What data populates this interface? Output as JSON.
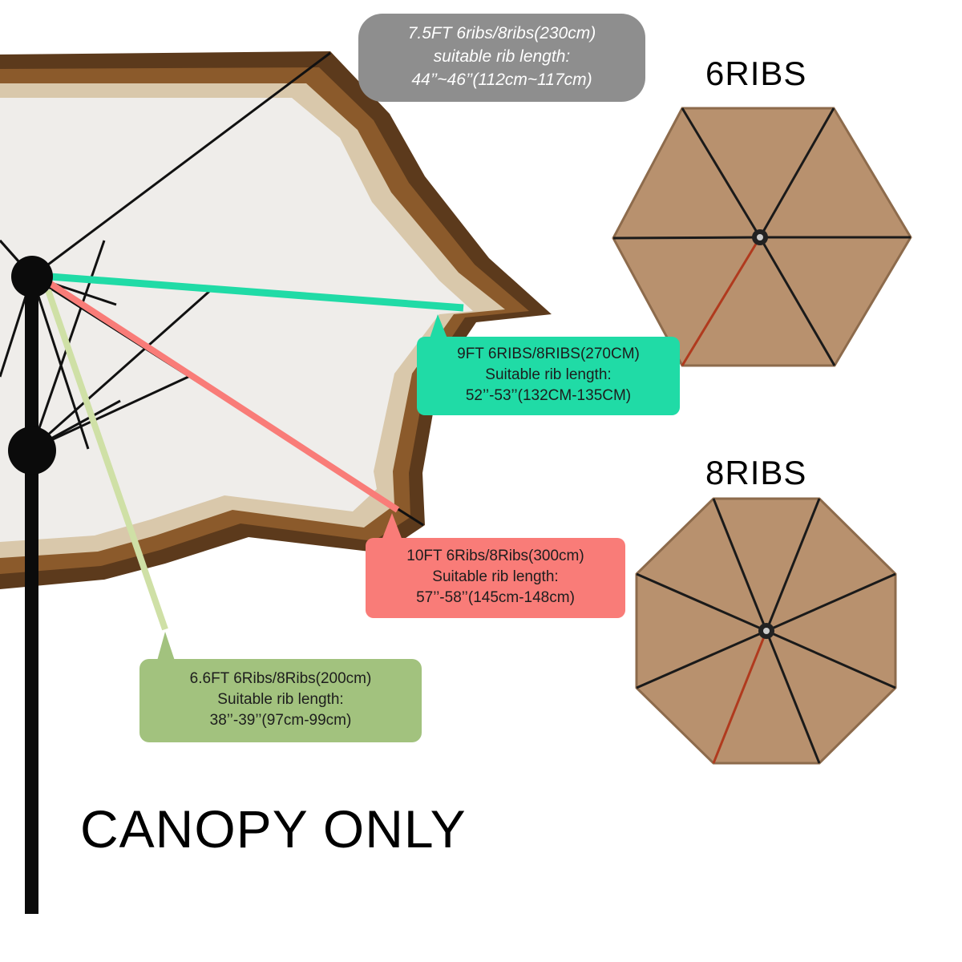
{
  "callouts": {
    "size_75": {
      "line1": "7.5FT 6ribs/8ribs(230cm)",
      "line2": "suitable rib length:",
      "line3": "44’’~46’’(112cm~117cm)",
      "color": "#8e8e8e"
    },
    "size_9": {
      "line1": "9FT 6RIBS/8RIBS(270CM)",
      "line2": "Suitable rib length:",
      "line3": "52’’-53’’(132CM-135CM)",
      "color": "#20dba6"
    },
    "size_10": {
      "line1": "10FT 6Ribs/8Ribs(300cm)",
      "line2": "Suitable rib length:",
      "line3": "57’’-58’’(145cm-148cm)",
      "color": "#f97c78"
    },
    "size_66": {
      "line1": "6.6FT 6Ribs/8Ribs(200cm)",
      "line2": "Suitable rib length:",
      "line3": "38’’-39’’(97cm-99cm)",
      "color": "#a2c27e"
    }
  },
  "labels": {
    "six_ribs": "6RIBS",
    "eight_ribs": "8RIBS",
    "canopy_only": "CANOPY ONLY"
  },
  "colors": {
    "canopy_tan": "#b8916e",
    "frame_dark_brown": "#5c3a1c",
    "frame_mid_brown": "#8b5a2b",
    "frame_light_tan": "#d9c8ab",
    "underside_fabric": "#efedea"
  }
}
